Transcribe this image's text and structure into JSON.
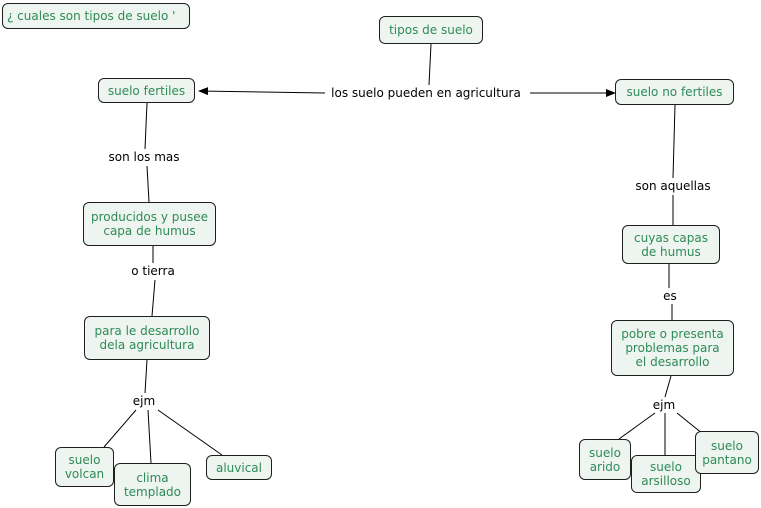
{
  "colors": {
    "node_fill": "#eef4ef",
    "node_border": "#1f1f1f",
    "node_text": "#2e8b57",
    "link_text": "#000000",
    "line": "#000000"
  },
  "question": "¿ cuales son tipos  de suelo '",
  "root": "tipos de suelo",
  "center_link": "los suelo pueden  en agricultura",
  "left": {
    "title": "suelo fertiles",
    "link1": "son los mas",
    "node2": "producidos y pusee\ncapa de humus",
    "link2": "o tierra",
    "node3": "para le desarrollo\ndela agricultura",
    "link3": "ejm",
    "examples": [
      "suelo\nvolcan",
      "clima\ntemplado",
      "aluvical"
    ]
  },
  "right": {
    "title": "suelo no fertiles",
    "link1": "son aquellas",
    "node2": "cuyas  capas\nde humus",
    "link2": "es",
    "node3": "pobre o presenta\nproblemas para\nel desarrollo",
    "link3": "ejm",
    "examples": [
      "suelo\narido",
      "suelo\narsilloso",
      "suelo\npantano"
    ]
  }
}
